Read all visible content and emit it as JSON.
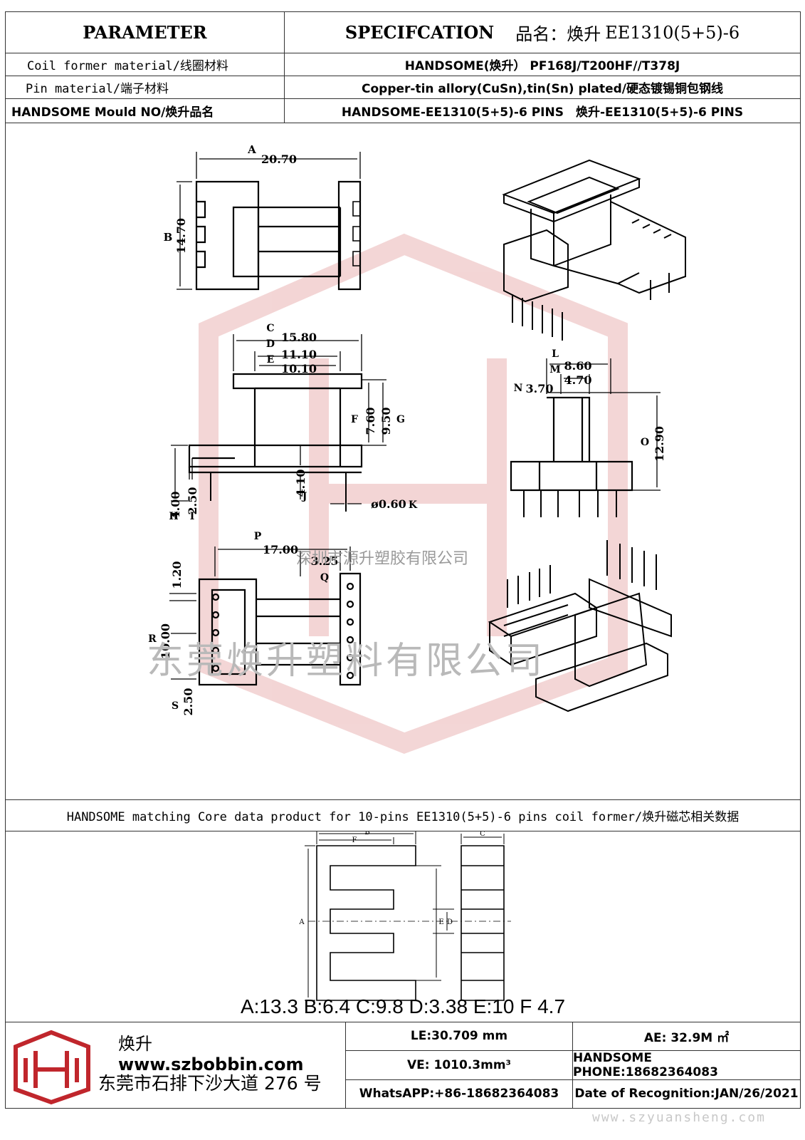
{
  "header": {
    "parameter": "PARAMETER",
    "spec_label": "SPECIFCATION",
    "pinming_label": "品名：",
    "product_name_cn": "焕升",
    "product_name_code": "EE1310(5+5)-6"
  },
  "rows": [
    {
      "param": "Coil former material/线圈材料",
      "value": "HANDSOME(焕升） PF168J/T200HF//T378J"
    },
    {
      "param": "Pin material/端子材料",
      "value": "Copper-tin allory(CuSn),tin(Sn) plated/硬态镀锡铜包钢线"
    },
    {
      "param": "HANDSOME Mould NO/焕升品名",
      "value": "HANDSOME-EE1310(5+5)-6 PINS　焕升-EE1310(5+5)-6 PINS"
    }
  ],
  "dims": {
    "a": {
      "letter": "A",
      "value": "20.70"
    },
    "b": {
      "letter": "B",
      "value": "14.70"
    },
    "c": {
      "letter": "C",
      "value": "15.80"
    },
    "d": {
      "letter": "D",
      "value": "11.10"
    },
    "e": {
      "letter": "E",
      "value": "10.10"
    },
    "f": {
      "letter": "F",
      "value": "7.60"
    },
    "g": {
      "letter": "G",
      "value": "9.50"
    },
    "h": {
      "letter": "H",
      "value": "4.00"
    },
    "i": {
      "letter": "I",
      "value": "2.50"
    },
    "j": {
      "letter": "J",
      "value": "4.10"
    },
    "k": {
      "letter": "K",
      "value": "ø0.60"
    },
    "l": {
      "letter": "L",
      "value": "8.60"
    },
    "m": {
      "letter": "M",
      "value": "4.70"
    },
    "n": {
      "letter": "N",
      "value": "3.70"
    },
    "o": {
      "letter": "O",
      "value": "12.90"
    },
    "p": {
      "letter": "P",
      "value": "17.00"
    },
    "q": {
      "letter": "Q",
      "value": "3.25"
    },
    "r": {
      "letter": "R",
      "value": "10.00"
    },
    "s": {
      "letter": "S",
      "value": "2.50"
    },
    "t": {
      "value": "1.20"
    }
  },
  "core": {
    "title": "HANDSOME matching Core data  product for 10-pins EE1310(5+5)-6 pins coil former/焕升磁芯相关数据",
    "labels": {
      "a": "A",
      "b": "B",
      "c": "C",
      "d": "D",
      "e": "E",
      "f": "F"
    },
    "values": "A:13.3 B:6.4 C:9.8 D:3.38 E:10 F 4.7"
  },
  "footer": {
    "brand": "焕升",
    "website": "www.szbobbin.com",
    "address": "东莞市石排下沙大道 276 号",
    "le": "LE:30.709 mm",
    "ae": "AE: 32.9M ㎡",
    "ve": "VE: 1010.3mm³",
    "phone": "HANDSOME PHONE:18682364083",
    "whatsapp": "WhatsAPP:+86-18682364083",
    "date": "Date of Recognition:JAN/26/2021"
  },
  "watermarks": {
    "company_small": "深圳市源升塑胶有限公司",
    "company_large": "东莞焕升塑料有限公司",
    "site": "www.szyuansheng.com"
  },
  "colors": {
    "logo_red": "#c0262c",
    "watermark_red": "#e8b0b0"
  }
}
